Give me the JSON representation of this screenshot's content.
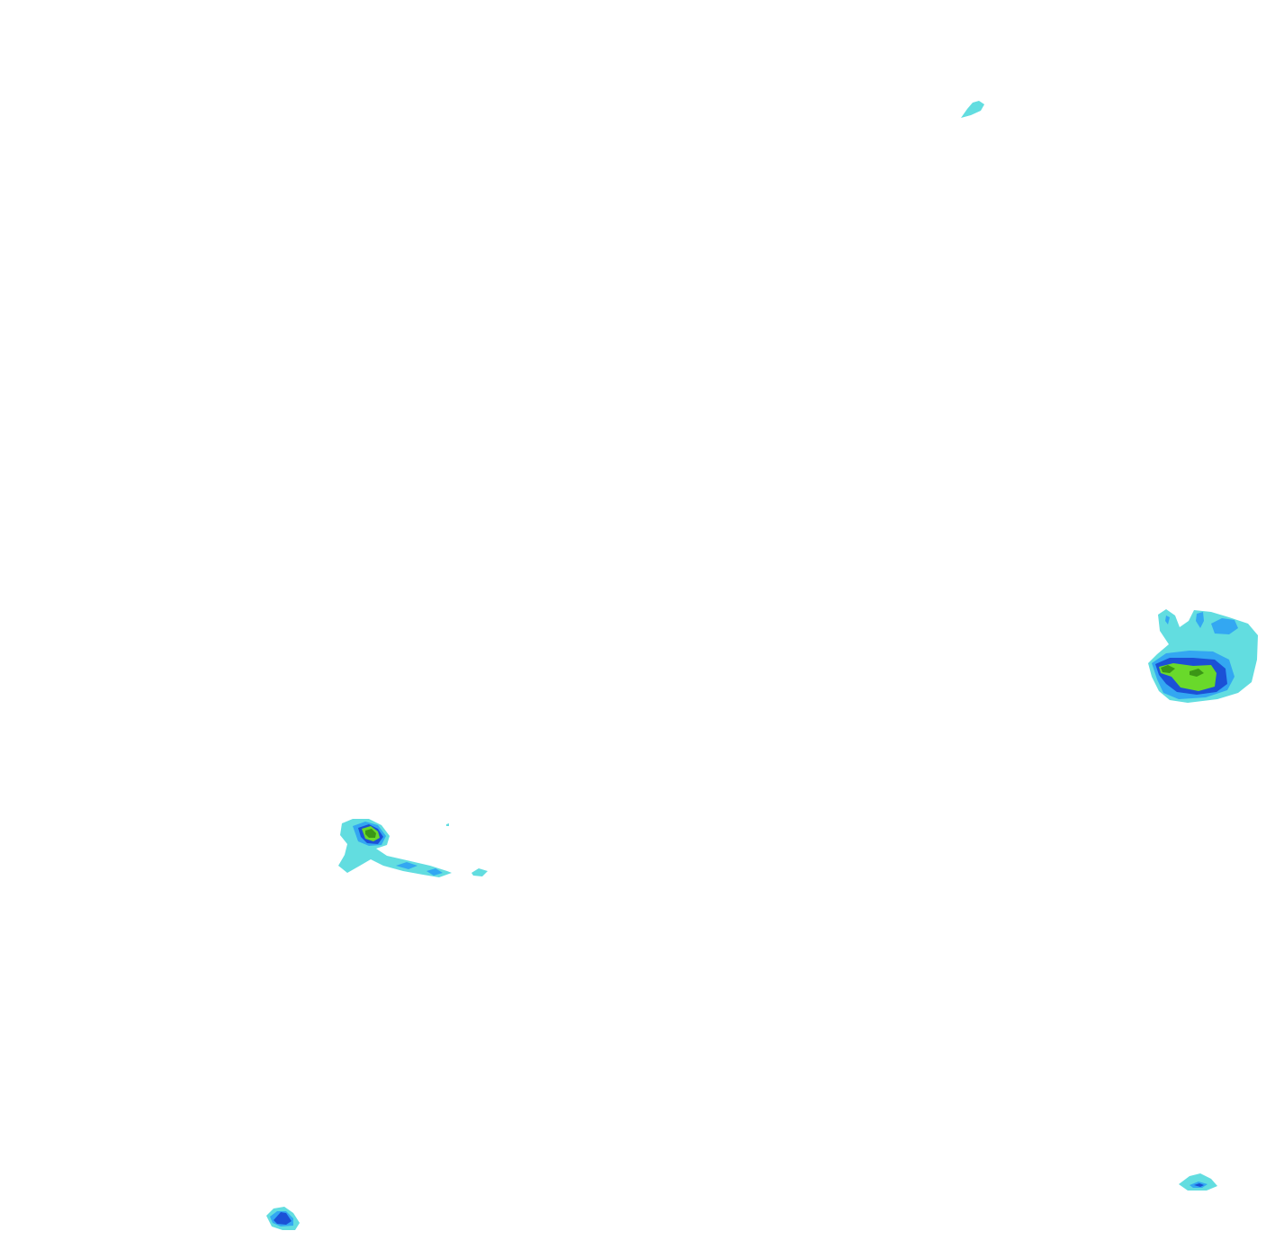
{
  "map": {
    "type": "precipitation-contour-overlay",
    "background": "#ffffff",
    "levels": [
      {
        "level": 1,
        "color": "#62dde0"
      },
      {
        "level": 2,
        "color": "#33a7f2"
      },
      {
        "level": 3,
        "color": "#1b51d6"
      },
      {
        "level": 4,
        "color": "#69d92b"
      },
      {
        "level": 5,
        "color": "#3b9616"
      }
    ],
    "cells": [
      {
        "id": "north-small",
        "max_level": 1
      },
      {
        "id": "east-cluster",
        "max_level": 5
      },
      {
        "id": "west-cluster",
        "max_level": 5
      },
      {
        "id": "southeast-small",
        "max_level": 3
      },
      {
        "id": "southwest-small",
        "max_level": 3
      }
    ]
  }
}
